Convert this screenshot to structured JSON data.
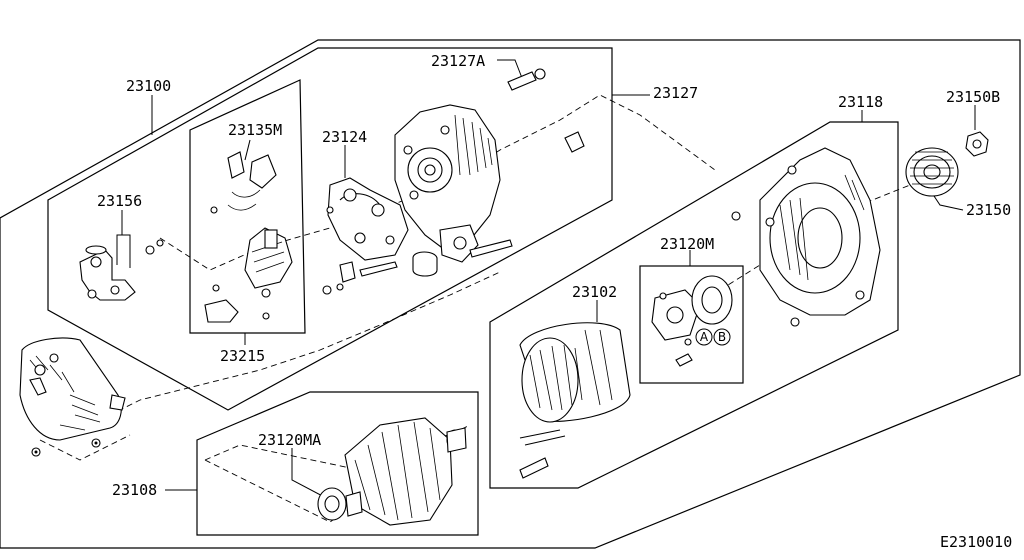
{
  "labels": {
    "p23100": "23100",
    "p23127a": "23127A",
    "p23127": "23127",
    "p23135m": "23135M",
    "p23124": "23124",
    "p23156": "23156",
    "p23215": "23215",
    "p23118": "23118",
    "p23150b": "23150B",
    "p23150": "23150",
    "p23120m": "23120M",
    "p23102": "23102",
    "p23120ma": "23120MA",
    "p23108": "23108",
    "callout_a": "A",
    "callout_b": "B"
  },
  "diagram_code": "E2310010"
}
